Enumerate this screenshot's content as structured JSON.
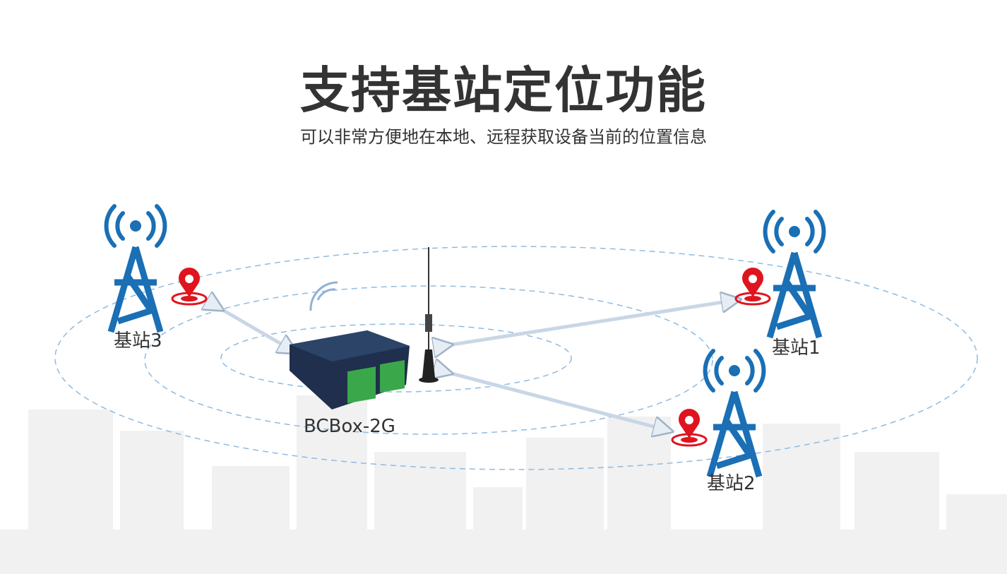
{
  "header": {
    "title": "支持基站定位功能",
    "subtitle": "可以非常方便地在本地、远程获取设备当前的位置信息"
  },
  "stations": [
    {
      "label": "基站1"
    },
    {
      "label": "基站2"
    },
    {
      "label": "基站3"
    }
  ],
  "device": {
    "label": "BCBox-2G"
  },
  "colors": {
    "tower": "#1a6fb5",
    "pin": "#e0141e",
    "ellipse": "#8fbbe0",
    "city": "#f2f2f2"
  }
}
